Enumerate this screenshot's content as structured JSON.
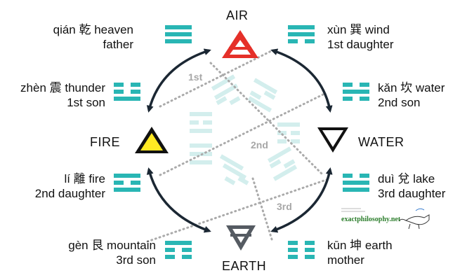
{
  "colors": {
    "teal": "#29b6b4",
    "faint": "#d3eeed",
    "dots": "#aaaaaa",
    "arrow": "#1b2733",
    "air": "#e53029",
    "fire": "#ffe923",
    "earth": "#555b62"
  },
  "elements": {
    "air": "AIR",
    "fire": "FIRE",
    "water": "WATER",
    "earth": "EARTH"
  },
  "generations": {
    "first": "1st",
    "second": "2nd",
    "third": "3rd"
  },
  "trigrams": {
    "qian": {
      "name": "qián 乾 heaven",
      "role": "father"
    },
    "xun": {
      "name": "xùn 巽 wind",
      "role": "1st daughter"
    },
    "zhen": {
      "name": "zhèn 震 thunder",
      "role": "1st son"
    },
    "kan": {
      "name": "kǎn 坎 water",
      "role": "2nd son"
    },
    "li": {
      "name": "lí 離 fire",
      "role": "2nd daughter"
    },
    "dui": {
      "name": "duì 兌 lake",
      "role": "3rd daughter"
    },
    "gen": {
      "name": "gèn 艮 mountain",
      "role": "3rd son"
    },
    "kun": {
      "name": "kūn 坤 earth",
      "role": "mother"
    }
  },
  "watermark": "exactphilosophy.net"
}
